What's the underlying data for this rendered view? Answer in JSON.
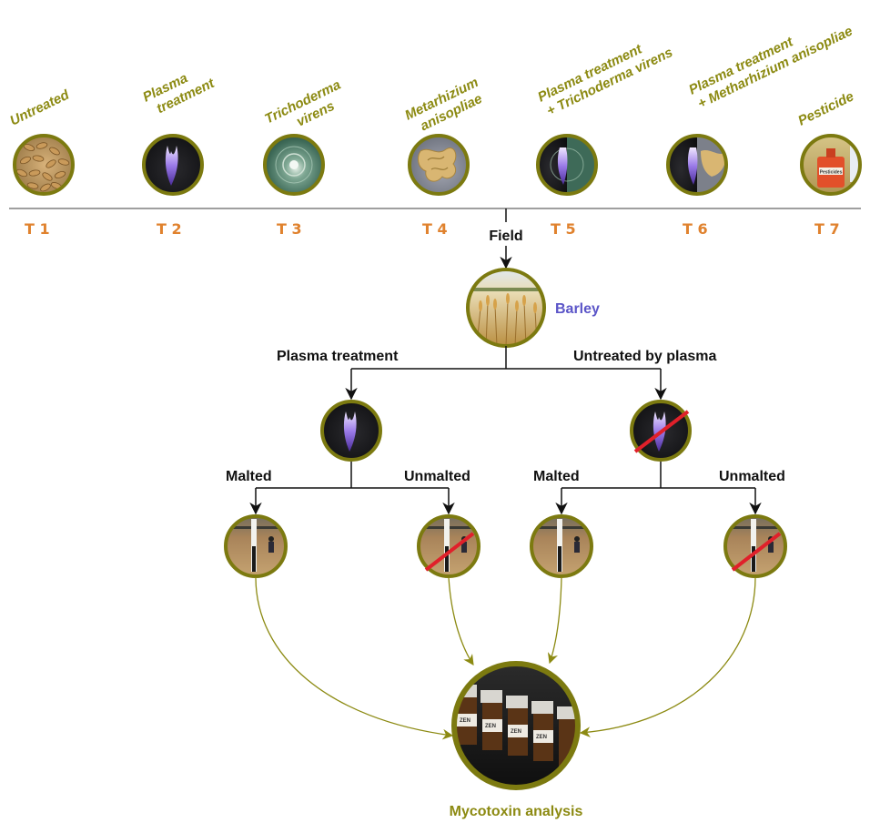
{
  "treatments": [
    {
      "lines": [
        "Untreated"
      ],
      "code": "T 1"
    },
    {
      "lines": [
        "Plasma",
        "treatment"
      ],
      "code": "T 2"
    },
    {
      "lines": [
        "Trichoderma",
        "virens"
      ],
      "code": "T 3"
    },
    {
      "lines": [
        "Metarhizium",
        "anisopliae"
      ],
      "code": "T 4"
    },
    {
      "lines": [
        "Plasma treatment",
        "+ Trichoderma virens"
      ],
      "code": "T 5"
    },
    {
      "lines": [
        "Plasma treatment",
        "+ Metharhizium anisopliae"
      ],
      "code": "T 6"
    },
    {
      "lines": [
        "Pesticide"
      ],
      "code": "T 7"
    }
  ],
  "field_label": "Field",
  "barley_label": "Barley",
  "branch_left": "Plasma treatment",
  "branch_right": "Untreated by plasma",
  "malted_label": "Malted",
  "unmalted_label": "Unmalted",
  "analysis_label": "Mycotoxin analysis",
  "pesticide_bottle_text": "Pesticides",
  "vial_labels": [
    "ZEN",
    "ZEN",
    "ZEN",
    "ZEN"
  ],
  "colors": {
    "olive": "#8c8a12",
    "orange": "#e0822e",
    "barley_blue": "#5b55c8",
    "cross_red": "#e0202a"
  }
}
